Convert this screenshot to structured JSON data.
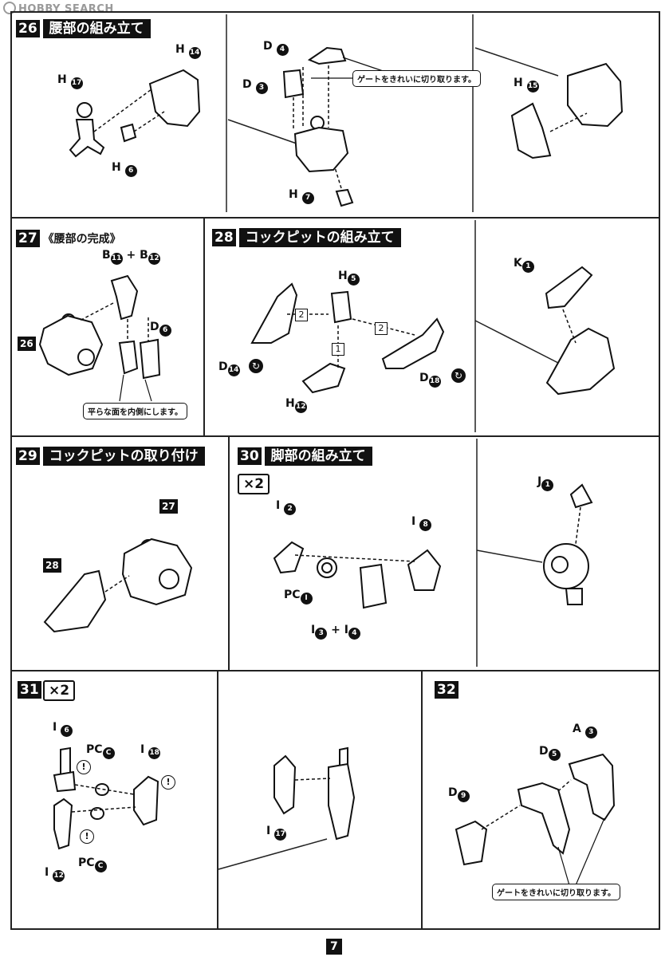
{
  "watermark": "HOBBY SEARCH",
  "page_number": "7",
  "steps": {
    "s26": {
      "num": "26",
      "title": "腰部の組み立て"
    },
    "s27": {
      "num": "27",
      "title": "《腰部の完成》"
    },
    "s28": {
      "num": "28",
      "title": "コックピットの組み立て"
    },
    "s29": {
      "num": "29",
      "title": "コックピットの取り付け"
    },
    "s30": {
      "num": "30",
      "title": "脚部の組み立て",
      "multiplier": "×2"
    },
    "s31": {
      "num": "31",
      "multiplier": "×2"
    },
    "s32": {
      "num": "32"
    }
  },
  "notes": {
    "gate": "ゲートをきれいに切り取ります。",
    "flat": "平らな面を内側にします。",
    "gate2": "ゲートをきれいに切り取ります。"
  },
  "parts": {
    "h17": {
      "l": "H",
      "n": "17"
    },
    "h14": {
      "l": "H",
      "n": "14"
    },
    "h6": {
      "l": "H",
      "n": "6"
    },
    "d4": {
      "l": "D",
      "n": "4"
    },
    "d3": {
      "l": "D",
      "n": "3"
    },
    "h7": {
      "l": "H",
      "n": "7"
    },
    "h15": {
      "l": "H",
      "n": "15"
    },
    "b11": {
      "l": "B",
      "n": "11"
    },
    "plus": "+",
    "b12": {
      "l": "B",
      "n": "12"
    },
    "d6": {
      "l": "D",
      "n": "6"
    },
    "ref26": "26",
    "h5": {
      "l": "H",
      "n": "5"
    },
    "d14": {
      "l": "D",
      "n": "14"
    },
    "d18": {
      "l": "D",
      "n": "18"
    },
    "h12": {
      "l": "H",
      "n": "12"
    },
    "k1": {
      "l": "K",
      "n": "1"
    },
    "ref28": "28",
    "ref27": "27",
    "i2": {
      "l": "I",
      "n": "2"
    },
    "i8": {
      "l": "I",
      "n": "8"
    },
    "pc1": {
      "l": "PC",
      "n": "I"
    },
    "i3i4": {
      "a": "I",
      "an": "3",
      "b": "+ I",
      "bn": "4"
    },
    "j1": {
      "l": "J",
      "n": "1"
    },
    "i6": {
      "l": "I",
      "n": "6"
    },
    "pcc1": {
      "l": "PC",
      "n": "C"
    },
    "i18": {
      "l": "I",
      "n": "18"
    },
    "i12": {
      "l": "I",
      "n": "12"
    },
    "pcc2": {
      "l": "PC",
      "n": "C"
    },
    "i17": {
      "l": "I",
      "n": "17"
    },
    "d5": {
      "l": "D",
      "n": "5"
    },
    "a3": {
      "l": "A",
      "n": "3"
    },
    "d9": {
      "l": "D",
      "n": "9"
    }
  },
  "order_marks": {
    "m1": "2",
    "m2": "2",
    "m3": "1"
  },
  "bang": "!"
}
